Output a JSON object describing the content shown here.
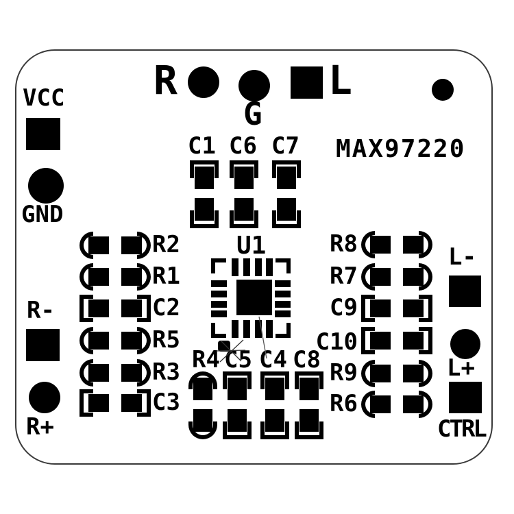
{
  "colors": {
    "ink": "#000000",
    "board": "#ffffff",
    "outline": "#3a3a3a"
  },
  "part_number": "MAX97220",
  "ic": {
    "ref": "U1"
  },
  "header": {
    "right_label": "R",
    "left_label": "L",
    "ground_label": "G"
  },
  "pins": {
    "vcc": "VCC",
    "gnd": "GND",
    "r_minus": "R-",
    "r_plus": "R+",
    "l_minus": "L-",
    "l_plus": "L+",
    "ctrl": "CTRL"
  },
  "top_capacitors": [
    {
      "label": "C1",
      "type": "capacitor"
    },
    {
      "label": "C6",
      "type": "capacitor"
    },
    {
      "label": "C7",
      "type": "capacitor"
    }
  ],
  "left_column": [
    {
      "label": "R2",
      "type": "resistor"
    },
    {
      "label": "R1",
      "type": "resistor"
    },
    {
      "label": "C2",
      "type": "capacitor"
    },
    {
      "label": "R5",
      "type": "resistor"
    },
    {
      "label": "R3",
      "type": "resistor"
    },
    {
      "label": "C3",
      "type": "capacitor"
    }
  ],
  "right_column": [
    {
      "label": "R8",
      "type": "resistor"
    },
    {
      "label": "R7",
      "type": "resistor"
    },
    {
      "label": "C9",
      "type": "capacitor"
    },
    {
      "label": "C10",
      "type": "capacitor"
    },
    {
      "label": "R9",
      "type": "resistor"
    },
    {
      "label": "R6",
      "type": "resistor"
    }
  ],
  "bottom_row": [
    {
      "label": "R4",
      "type": "resistor"
    },
    {
      "label": "C5",
      "type": "capacitor"
    },
    {
      "label": "C4",
      "type": "capacitor"
    },
    {
      "label": "C8",
      "type": "capacitor"
    }
  ]
}
